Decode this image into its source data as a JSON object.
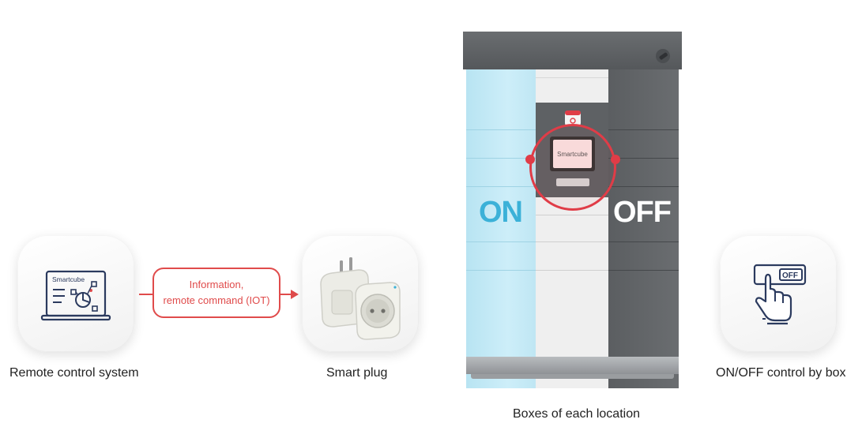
{
  "remote": {
    "caption": "Remote control system",
    "brand": "Smartcube"
  },
  "link": {
    "line1": "Information,",
    "line2": "remote command (IOT)"
  },
  "plug": {
    "caption": "Smart plug"
  },
  "locker": {
    "caption": "Boxes of each location",
    "on_label": "ON",
    "off_label": "OFF",
    "screen_brand": "Smartcube"
  },
  "onoff": {
    "caption": "ON/OFF control by box",
    "switch_label": "OFF"
  },
  "colors": {
    "accent": "#e04b4b",
    "on": "#3bb1d8",
    "icon": "#2b3a5e"
  }
}
